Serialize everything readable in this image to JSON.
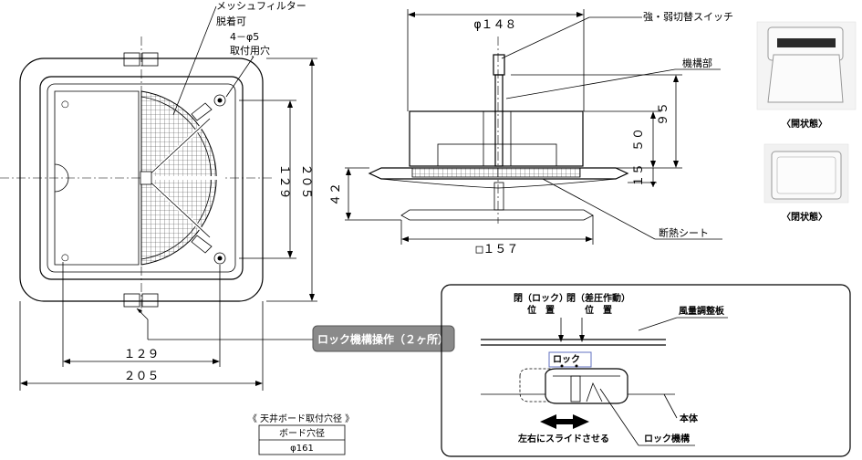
{
  "front_view": {
    "mesh_filter": "メッシュフィルター",
    "detachable": "脱着可",
    "holes": "4－φ5",
    "holes_label": "取付用穴",
    "dim_129_v": "１２９",
    "dim_205_v": "２０５",
    "dim_129_h": "１２９",
    "dim_205_h": "２０５",
    "lock_operation": "ロック機構操作（２ヶ所）"
  },
  "side_view": {
    "dia_148": "φ１４８",
    "switch": "強・弱切替スイッチ",
    "mechanism": "機構部",
    "insulation": "断熱シート",
    "dim_95": "９５",
    "dim_50": "５０",
    "dim_15": "１５",
    "dim_42": "４２",
    "sq_157": "□１５７"
  },
  "photos": {
    "open_caption": "〈開状態〉",
    "closed_caption": "〈閉状態〉"
  },
  "hole_table": {
    "title": "《 天井ボード取付穴径 》",
    "header": "ボード穴径",
    "value": "φ161"
  },
  "lock_detail": {
    "closed_pos": "閉（ロック）",
    "closed_pos2": "位　置",
    "diff_pos": "閉（差圧作動）",
    "diff_pos2": "位　置",
    "damper": "風量調整板",
    "lock": "ロック",
    "body": "本体",
    "slide": "左右にスライドさせる",
    "lock_mech": "ロック機構"
  }
}
